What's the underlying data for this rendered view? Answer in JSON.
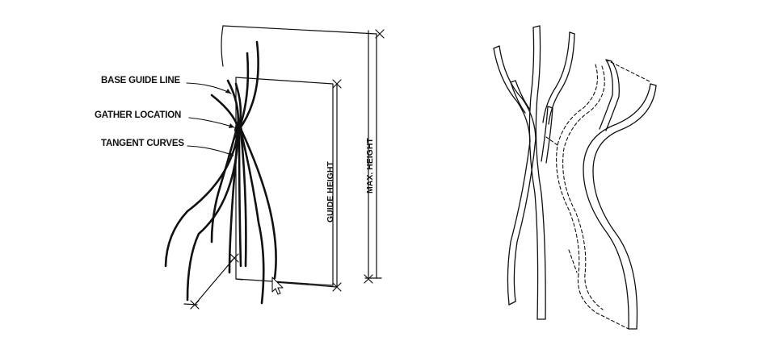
{
  "left_diagram": {
    "callouts": [
      {
        "key": "base_guide_line",
        "text": "BASE GUIDE LINE"
      },
      {
        "key": "gather_location",
        "text": "GATHER LOCATION"
      },
      {
        "key": "tangent_curves",
        "text": "TANGENT CURVES"
      }
    ],
    "dimensions": {
      "guide_height": "GUIDE HEIGHT",
      "max_height": "MAX. HEIGHT"
    }
  },
  "right_diagram": {}
}
